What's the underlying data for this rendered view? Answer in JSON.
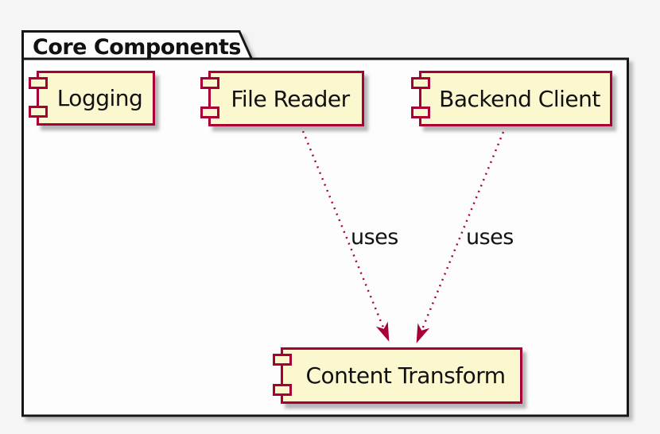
{
  "diagram": {
    "type": "uml-component-diagram",
    "package": {
      "title": "Core Components"
    },
    "components": [
      {
        "label": "Logging"
      },
      {
        "label": "File Reader"
      },
      {
        "label": "Backend Client"
      },
      {
        "label": "Content Transform"
      }
    ],
    "edges": [
      {
        "from": "File Reader",
        "to": "Content Transform",
        "label": "uses",
        "style": "dotted-arrow"
      },
      {
        "from": "Backend Client",
        "to": "Content Transform",
        "label": "uses",
        "style": "dotted-arrow"
      }
    ],
    "colors": {
      "component_fill": "#FBF8CF",
      "component_border": "#A80036",
      "edge": "#A80036",
      "frame_border": "#141414",
      "frame_fill": "#FDFDFE",
      "canvas_background": "#F5F5F6",
      "text": "#111111"
    }
  }
}
